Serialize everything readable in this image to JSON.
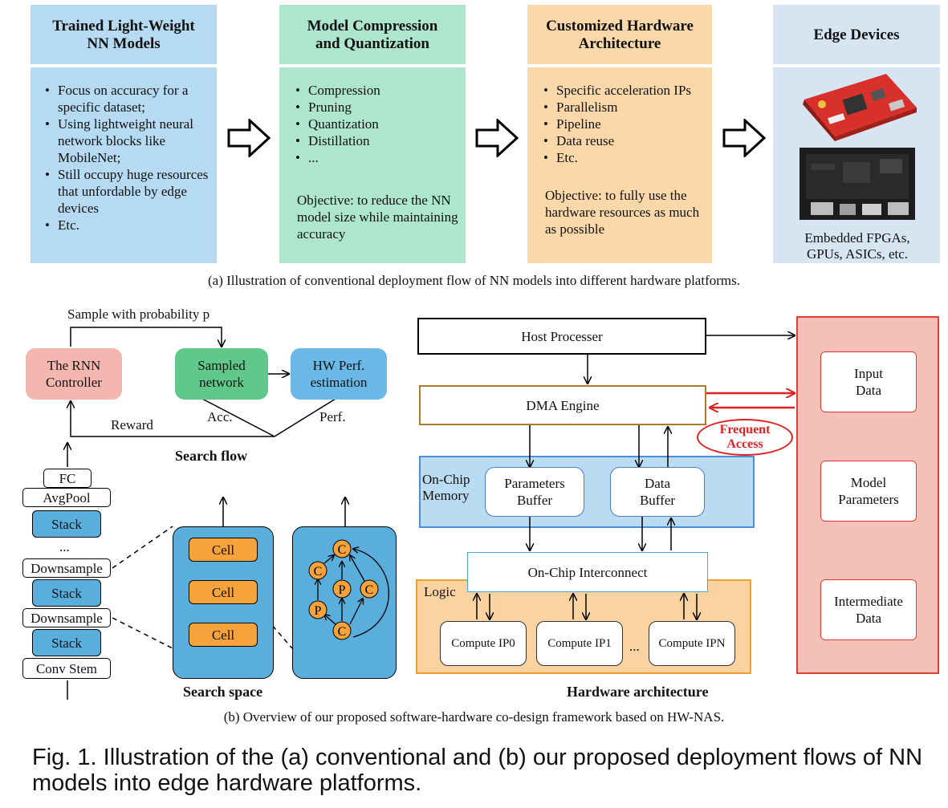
{
  "panel_a": {
    "col1": {
      "title": "Trained Light-Weight\nNN Models",
      "bullets": [
        "Focus on accuracy for a specific dataset;",
        "Using lightweight neural network blocks like MobileNet;",
        "Still occupy huge resources that unfordable by edge devices",
        "Etc."
      ]
    },
    "col2": {
      "title": "Model Compression\nand Quantization",
      "bullets": [
        "Compression",
        "Pruning",
        "Quantization",
        "Distillation",
        "..."
      ],
      "objective": "Objective: to reduce the NN model size while maintaining accuracy"
    },
    "col3": {
      "title": "Customized Hardware\nArchitecture",
      "bullets": [
        "Specific acceleration IPs",
        "Parallelism",
        "Pipeline",
        "Data reuse",
        "Etc."
      ],
      "objective": "Objective: to fully use the hardware resources as much as possible"
    },
    "col4": {
      "title": "Edge Devices",
      "label": "Embedded FPGAs, GPUs, ASICs, etc."
    },
    "caption": "(a) Illustration of conventional deployment flow of NN models into different hardware platforms."
  },
  "search_flow": {
    "sample_label": "Sample with probability p",
    "rnn": "The RNN\nController",
    "sampled": "Sampled\nnetwork",
    "hw": "HW Perf.\nestimation",
    "reward": "Reward",
    "acc": "Acc.",
    "perf": "Perf.",
    "title": "Search flow"
  },
  "search_space": {
    "stack": [
      "FC",
      "AvgPool",
      "Stack",
      "...",
      "Downsample",
      "Stack",
      "Downsample",
      "Stack",
      "Conv Stem"
    ],
    "cell": "Cell",
    "nodes": {
      "c": "C",
      "p": "P"
    },
    "title": "Search space"
  },
  "hw_arch": {
    "host": "Host Processer",
    "dma": "DMA Engine",
    "frequent": "Frequent\nAccess",
    "onchip_memory": "On-Chip\nMemory",
    "params_buffer": "Parameters\nBuffer",
    "data_buffer": "Data\nBuffer",
    "interconnect": "On-Chip Interconnect",
    "logic": "Logic",
    "ip0": "Compute IP0",
    "ip1": "Compute IP1",
    "ipdots": "...",
    "ipn": "Compute IPN",
    "input_data": "Input\nData",
    "model_params": "Model\nParameters",
    "intermediate": "Intermediate\nData",
    "title": "Hardware architecture"
  },
  "caption_b": "(b) Overview of our proposed software-hardware co-design framework based on HW-NAS.",
  "figure_caption": "Fig. 1. Illustration of the (a) conventional and (b) our proposed deployment flows of NN models into edge hardware platforms.",
  "colors": {
    "blue_panel": "#b5daf2",
    "green_panel": "#aee5cf",
    "orange_panel": "#fbd8a9",
    "edge_panel": "#d7e5f3",
    "rnn": "#f4b7b0",
    "sampled": "#5fc88a",
    "hw": "#6ab8e6",
    "cell": "#f5a33a",
    "red": "#e02020",
    "pink_panel": "#f4c0b8",
    "memory": "#b9dcf2",
    "logic": "#fbd3a0"
  }
}
